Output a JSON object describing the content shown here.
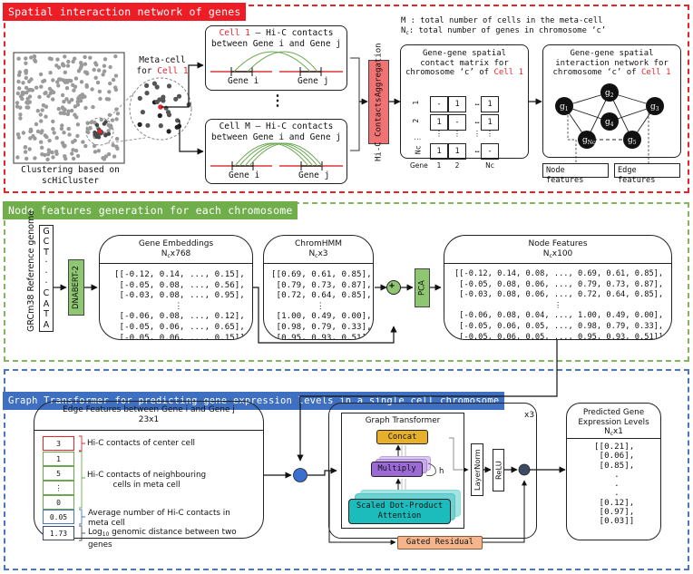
{
  "colors": {
    "section1": "#ee1c24",
    "section2": "#6fae4a",
    "section3": "#3f6fc1",
    "cell_highlight": "#e8242b",
    "aggregation_box": "#f07272",
    "green_box": "#8fc672",
    "concat": "#e7b02a",
    "multiply": "#9b6ad6",
    "attention": "#1cbcbc",
    "gated_residual": "#f5b58c",
    "sum_node_blue": "#3a6fd0",
    "sum_node_dark": "#3c4a63"
  },
  "section1": {
    "title": "Spatial interaction network of genes",
    "clustering_caption": [
      "Clustering based on",
      "scHiCluster"
    ],
    "metacell_label": "Meta-cell",
    "metacell_for": "for ",
    "metacell_cell": "Cell 1",
    "cell1_box": {
      "title_highlight": "Cell 1",
      "title_rest": " – Hi-C contacts",
      "title_line2": "between Gene i and Gene j",
      "gene_i": "Gene i",
      "gene_j": "Gene j"
    },
    "cellm_box": {
      "title_line1": "Cell M – Hi-C contacts",
      "title_line2": "between Gene i and Gene j",
      "gene_i": "Gene i",
      "gene_j": "Gene j"
    },
    "vertical_dots": "⋮",
    "aggregation_label_line1": "Hi-C Contacts",
    "aggregation_label_line2": "Aggregation",
    "legend_m": "M : total number of cells in the meta-cell",
    "legend_n_prefix": "N",
    "legend_n_sub": "c",
    "legend_n_rest": ": total number of genes in chromosome ‘c’",
    "matrix_box": {
      "title_line1": "Gene-gene spatial",
      "title_line2": "contact matrix for",
      "title_line3_prefix": "chromosome ‘c’ of ",
      "title_line3_cell": "Cell 1",
      "row_labels": [
        "1",
        "2",
        "⋮",
        "Nc"
      ],
      "rows": [
        [
          "-",
          "1",
          "…",
          "1"
        ],
        [
          "1",
          "-",
          "…",
          "1"
        ],
        [
          "⋮",
          "⋮",
          "⋮",
          "⋮"
        ],
        [
          "1",
          "1",
          "…",
          "-"
        ]
      ],
      "col_header": "Gene",
      "col_labels": [
        "1",
        "2",
        "",
        "Nc"
      ]
    },
    "network_box": {
      "title_line1": "Gene-gene spatial",
      "title_line2": "interaction network for",
      "title_line3_prefix": "chromosome ‘c’ of ",
      "title_line3_cell": "Cell 1",
      "nodes": [
        {
          "label": "g",
          "sub": "1"
        },
        {
          "label": "g",
          "sub": "2"
        },
        {
          "label": "g",
          "sub": "3"
        },
        {
          "label": "g",
          "sub": "4"
        },
        {
          "label": "g",
          "sub": "5"
        },
        {
          "label": "g",
          "sub": "Nc"
        }
      ],
      "node_features_label": "Node features",
      "edge_features_label": "Edge features"
    }
  },
  "section2": {
    "title": "Node features generation for each chromosome",
    "genome_label": "GRCm38 Reference genome",
    "sequence": [
      "G",
      "C",
      "T",
      "·",
      "·",
      "·",
      "C",
      "A",
      "T",
      "A"
    ],
    "dnabert_label": "DNABERT-2",
    "gene_embeddings": {
      "title": "Gene Embeddings",
      "dim_prefix": "N",
      "dim_sub": "c",
      "dim_rest": "x768",
      "rows": [
        "[[-0.12, 0.14, ..., 0.15],",
        " [-0.05, 0.08, ..., 0.56],",
        " [-0.03, 0.08, ..., 0.95],",
        "            ⋮",
        " [-0.06, 0.08, ..., 0.12],",
        " [-0.05, 0.06, ..., 0.65],",
        " [-0.05, 0.06, ..., 0.15]]"
      ]
    },
    "chromhmm": {
      "title": "ChromHMM",
      "dim_prefix": "N",
      "dim_sub": "c",
      "dim_rest": "x3",
      "rows": [
        "[[0.69, 0.61, 0.85],",
        " [0.79, 0.73, 0.87],",
        " [0.72, 0.64, 0.85],",
        "         ⋮",
        " [1.00, 0.49, 0.00],",
        " [0.98, 0.79, 0.33],",
        " [0.95, 0.93, 0.51]]"
      ]
    },
    "plus_symbol": "+",
    "pca_label": "PCA",
    "node_features": {
      "title": "Node Features",
      "dim_prefix": "N",
      "dim_sub": "c",
      "dim_rest": "x100",
      "rows": [
        "[[-0.12, 0.14, 0.08, ..., 0.69, 0.61, 0.85],",
        " [-0.05, 0.08, 0.06, ..., 0.79, 0.73, 0.87],",
        " [-0.03, 0.08, 0.06, ..., 0.72, 0.64, 0.85],",
        "                     ⋮",
        " [-0.06, 0.08, 0.04, ..., 1.00, 0.49, 0.00],",
        " [-0.05, 0.06, 0.05, ..., 0.98, 0.79, 0.33],",
        " [-0.05, 0.06, 0.05, ..., 0.95, 0.93, 0.51]]"
      ]
    }
  },
  "section3": {
    "title": "Graph Transformer for predicting gene expression levels in a single cell chromosome",
    "edge_features": {
      "title": "Edge Features between Gene i and Gene j",
      "dim": "23x1",
      "cells": [
        "3",
        "1",
        "5",
        "⋮",
        "0",
        "0.05",
        "1.73"
      ],
      "center_label": "Hi-C contacts of center cell",
      "neighbour_label_line1": "Hi-C contacts of neighbouring",
      "neighbour_label_line2": "cells in meta cell",
      "avg_label_line1": "Average number of Hi-C contacts in",
      "avg_label_line2": "meta cell",
      "log_label_prefix": "Log",
      "log_label_sub": "10",
      "log_label_rest": " genomic distance between two",
      "log_label_line2": "genes"
    },
    "repeat_label": "x3",
    "graph_transformer_title": "Graph Transformer",
    "concat_label": "Concat",
    "multiply_label": "Multiply",
    "heads_label": "h",
    "attention_line1": "Scaled Dot-Product",
    "attention_line2": "Attention",
    "layernorm_label": "LayerNorm",
    "relu_label": "ReLU",
    "gated_residual_label": "Gated Residual",
    "predicted": {
      "title_line1": "Predicted Gene",
      "title_line2": "Expression Levels",
      "dim_prefix": "N",
      "dim_sub": "c",
      "dim_rest": "x1",
      "rows": [
        "[[0.21],",
        " [0.06],",
        " [0.85],",
        "    .",
        "    .",
        "    .",
        " [0.12],",
        " [0.97],",
        " [0.03]]"
      ]
    }
  }
}
